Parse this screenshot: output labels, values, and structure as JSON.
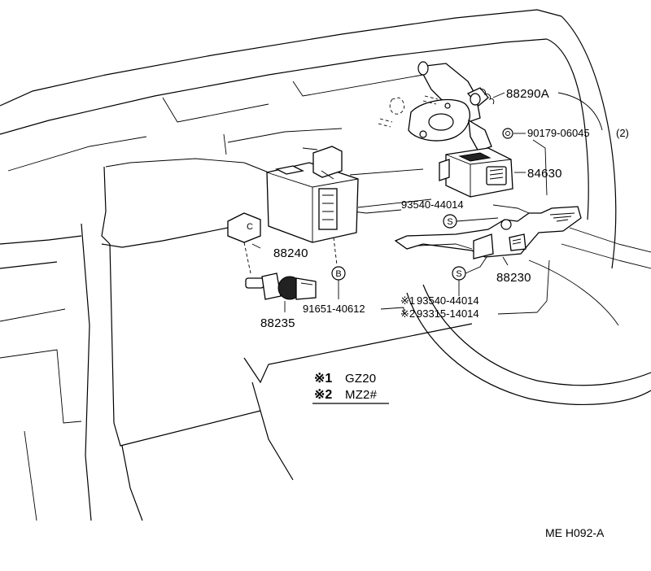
{
  "parts": {
    "p88290a": "88290A",
    "p90179": "90179-06045",
    "p90179_qty": "(2)",
    "p84630": "84630",
    "p93540_top": "93540-44014",
    "p88240": "88240",
    "p88230": "88230",
    "p93540_bot": "93540-44014",
    "p93315": "93315-14014",
    "p91651": "91651-40612",
    "p88235": "88235"
  },
  "markers": {
    "note1": "※1",
    "note2": "※2",
    "ref_b": "B",
    "ref_c": "C",
    "ref_s_top": "S",
    "ref_s_bot": "S"
  },
  "legend": {
    "row1_mark": "※1",
    "row1_text": "GZ20",
    "row2_mark": "※2",
    "row2_text": "MZ2#"
  },
  "footer": {
    "drawing_code": "ME H092-A"
  }
}
